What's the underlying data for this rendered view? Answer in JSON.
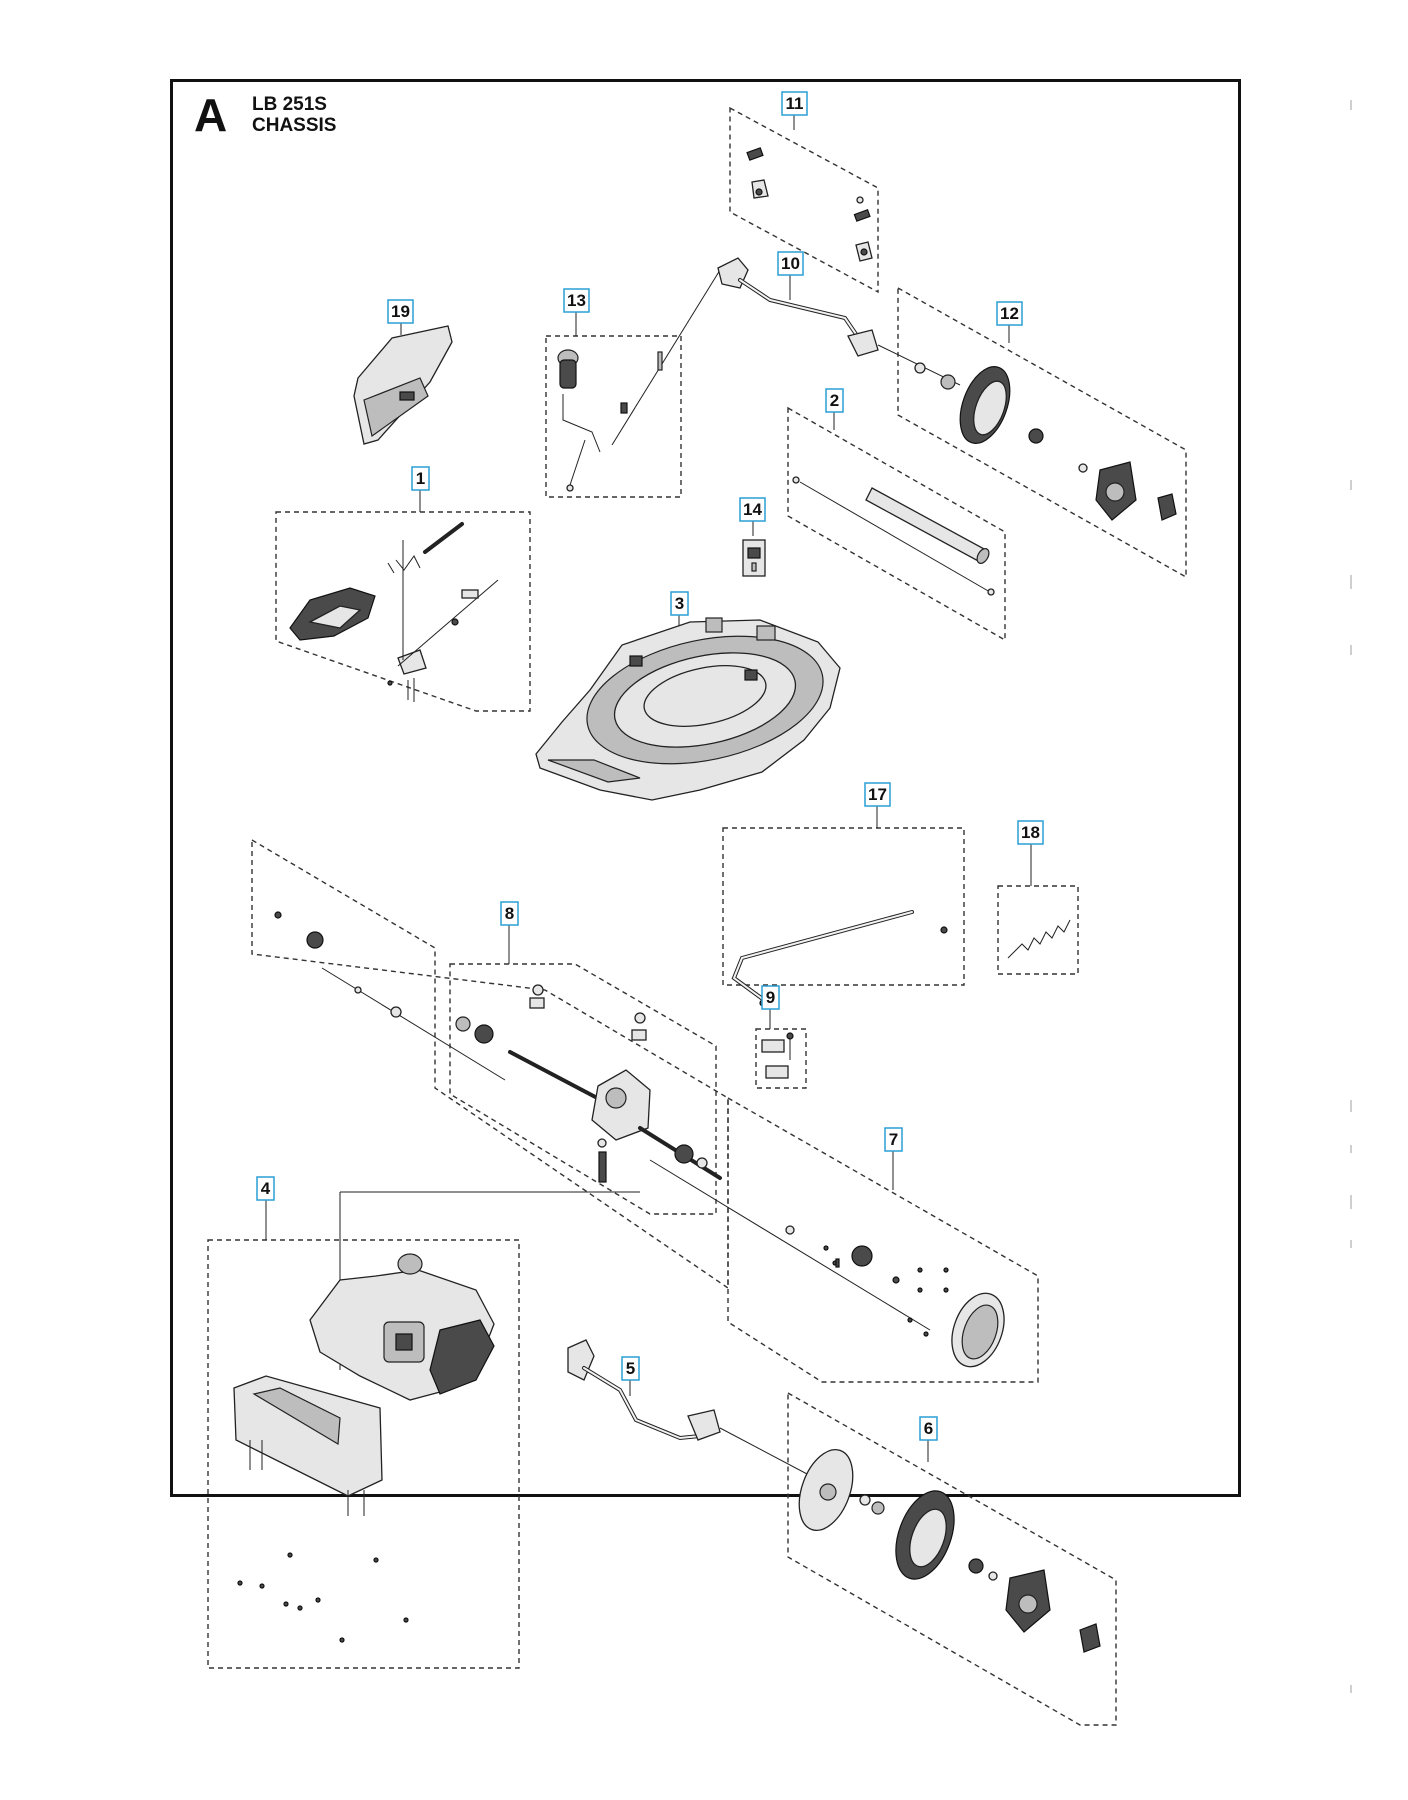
{
  "header": {
    "section": "A",
    "model": "LB 251S",
    "group": "CHASSIS"
  },
  "callouts": [
    "1",
    "2",
    "3",
    "4",
    "5",
    "6",
    "7",
    "8",
    "9",
    "10",
    "11",
    "12",
    "13",
    "14",
    "17",
    "18",
    "19"
  ],
  "colors": {
    "callout_border": "#2a9fd6",
    "line": "#222222",
    "frame": "#111111"
  }
}
